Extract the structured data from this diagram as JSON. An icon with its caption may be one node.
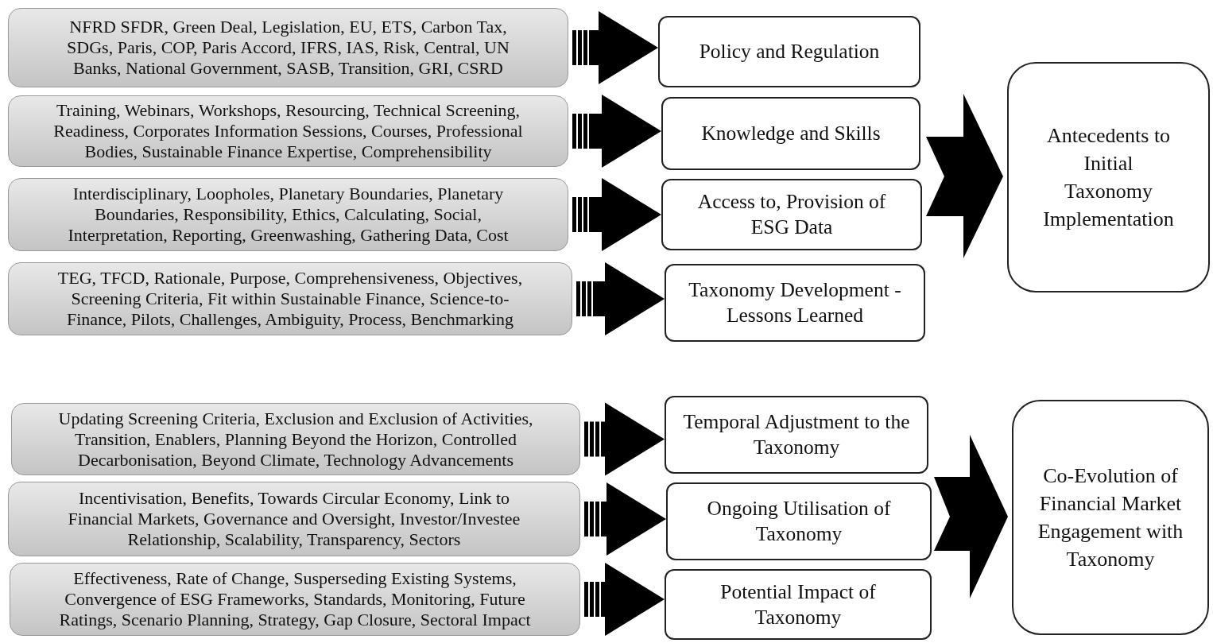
{
  "diagram": {
    "nodes": [
      {
        "text": [
          "NFRD SFDR, Green Deal, Legislation, EU, ETS, Carbon Tax, SDGs, Paris, COP, Paris Accord, IFRS, IAS, Risk,  Central, UN Banks,  National Government, SASB, Transition, GRI, CSRD"
        ]
      },
      {
        "text": [
          "Training, Webinars, Workshops, Resourcing, Technical Screening, Readiness, Corporates Information Sessions, Courses, Professional Bodies, Sustainable Finance Expertise, Comprehensibility"
        ]
      },
      {
        "text": [
          "Interdisciplinary, Loopholes, Planetary Boundaries, Planetary Boundaries, Responsibility, Ethics, Calculating, Social, Interpretation, Reporting, Greenwashing, Gathering Data, Cost"
        ]
      },
      {
        "text": [
          "TEG, TFCD, Rationale, Purpose, Comprehensiveness, Objectives, Screening Criteria, Fit within Sustainable Finance, Science-to-Finance, Pilots, Challenges, Ambiguity, Process, Benchmarking"
        ]
      },
      {
        "text": [
          "Policy and Regulation"
        ]
      },
      {
        "text": [
          "Knowledge and Skills"
        ]
      },
      {
        "text": [
          "Access to, Provision of ESG Data"
        ]
      },
      {
        "text": [
          "Taxonomy Development - Lessons Learned"
        ]
      },
      {
        "text": [
          "Antecedents to Initial Taxonomy Implementation"
        ]
      },
      {
        "text": [
          "Updating Screening Criteria, Exclusion and Exclusion of Activities, Transition, Enablers, Planning Beyond the Horizon, Controlled Decarbonisation, Beyond Climate, Technology Advancements"
        ]
      },
      {
        "text": [
          "Incentivisation, Benefits, Towards Circular Economy, Link to Financial Markets, Governance and Oversight, Investor/Investee Relationship, Scalability, Transparency, Sectors"
        ]
      },
      {
        "text": [
          "Effectiveness, Rate of Change, Susperseding Existing Systems, Convergence of ESG Frameworks, Standards, Monitoring, Future Ratings, Scenario Planning, Strategy, Gap Closure, Sectoral Impact"
        ]
      },
      {
        "text": [
          "Temporal Adjustment to the Taxonomy"
        ]
      },
      {
        "text": [
          "Ongoing Utilisation of Taxonomy"
        ]
      },
      {
        "text": [
          "Potential Impact of Taxonomy"
        ]
      },
      {
        "text": [
          "Co-Evolution of Financial Market Engagement with Taxonomy"
        ]
      }
    ],
    "edges": [
      {
        "from": 0,
        "to": 4,
        "arrow": "to"
      },
      {
        "from": 1,
        "to": 5,
        "arrow": "to"
      },
      {
        "from": 2,
        "to": 6,
        "arrow": "to"
      },
      {
        "from": 3,
        "to": 7,
        "arrow": "to"
      },
      {
        "from": 4,
        "to": 8,
        "arrow": "to"
      },
      {
        "from": 5,
        "to": 8,
        "arrow": "to"
      },
      {
        "from": 6,
        "to": 8,
        "arrow": "to"
      },
      {
        "from": 7,
        "to": 8,
        "arrow": "to"
      },
      {
        "from": 9,
        "to": 12,
        "arrow": "to"
      },
      {
        "from": 10,
        "to": 13,
        "arrow": "to"
      },
      {
        "from": 11,
        "to": 14,
        "arrow": "to"
      },
      {
        "from": 12,
        "to": 15,
        "arrow": "to"
      },
      {
        "from": 13,
        "to": 15,
        "arrow": "to"
      },
      {
        "from": 14,
        "to": 15,
        "arrow": "to"
      }
    ]
  }
}
